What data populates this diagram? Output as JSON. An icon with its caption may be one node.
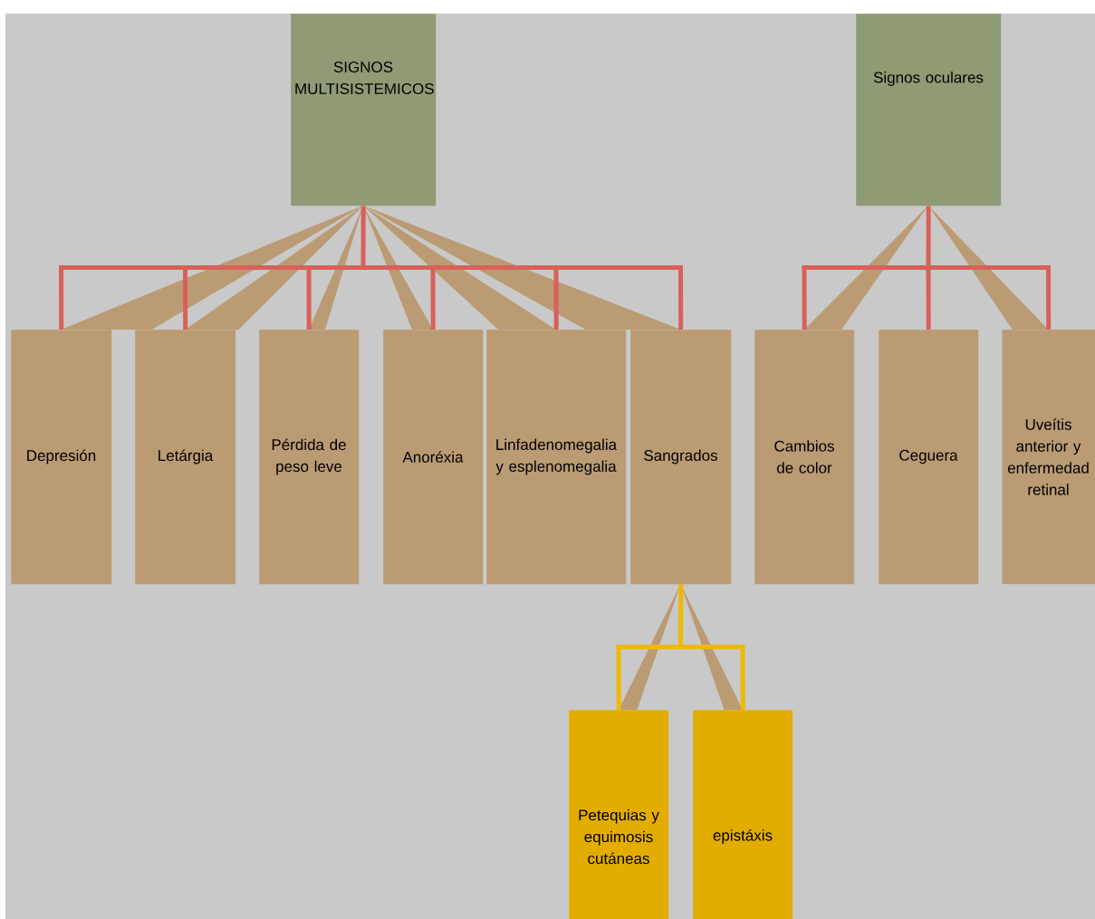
{
  "diagram": {
    "nodes": [
      {
        "text": [
          "SIGNOS MULTISISTEMICOS"
        ]
      },
      {
        "text": [
          "Signos oculares"
        ]
      },
      {
        "text": [
          "Depresión"
        ]
      },
      {
        "text": [
          "Letárgia"
        ]
      },
      {
        "text": [
          "Pérdida de peso leve"
        ]
      },
      {
        "text": [
          "Anoréxia"
        ]
      },
      {
        "text": [
          "Linfadenomegalia y esplenomegalia"
        ]
      },
      {
        "text": [
          "Sangrados"
        ]
      },
      {
        "text": [
          "Cambios de color"
        ]
      },
      {
        "text": [
          "Ceguera"
        ]
      },
      {
        "text": [
          "Uveítis anterior y enfermedad retinal"
        ]
      },
      {
        "text": [
          "Petequias y equimosis cutáneas"
        ]
      },
      {
        "text": [
          "epistáxis"
        ]
      }
    ],
    "edges": [
      {
        "from": 0,
        "to": 2,
        "arrow": "none"
      },
      {
        "from": 0,
        "to": 3,
        "arrow": "none"
      },
      {
        "from": 0,
        "to": 4,
        "arrow": "none"
      },
      {
        "from": 0,
        "to": 5,
        "arrow": "none"
      },
      {
        "from": 0,
        "to": 6,
        "arrow": "none"
      },
      {
        "from": 0,
        "to": 7,
        "arrow": "none"
      },
      {
        "from": 1,
        "to": 8,
        "arrow": "none"
      },
      {
        "from": 1,
        "to": 9,
        "arrow": "none"
      },
      {
        "from": 1,
        "to": 10,
        "arrow": "none"
      },
      {
        "from": 7,
        "to": 11,
        "arrow": "none",
        "color": "#f0b800"
      },
      {
        "from": 7,
        "to": 12,
        "arrow": "none",
        "color": "#f0b800"
      }
    ]
  }
}
